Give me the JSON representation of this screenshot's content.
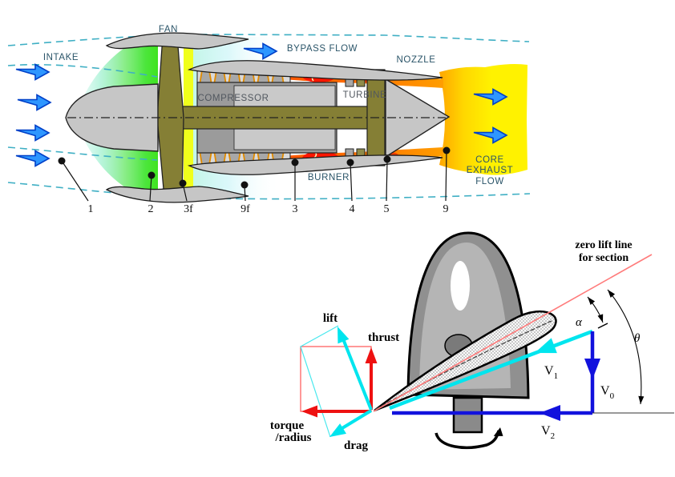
{
  "engine": {
    "labels": {
      "intake": "INTAKE",
      "fan": "FAN",
      "bypass_flow": "BYPASS FLOW",
      "nozzle": "NOZZLE",
      "compressor": "COMPRESSOR",
      "turbine": "TURBINE",
      "burner": "BURNER"
    },
    "core_exhaust": {
      "line1": "CORE",
      "line2": "EXHAUST",
      "line3": "FLOW"
    },
    "stations": [
      {
        "label": "1"
      },
      {
        "label": "2"
      },
      {
        "label": "3f"
      },
      {
        "label": "9f"
      },
      {
        "label": "3"
      },
      {
        "label": "4"
      },
      {
        "label": "5"
      },
      {
        "label": "9"
      }
    ],
    "colors": {
      "flow_arrow_fill": "#2E96FF",
      "flow_arrow_stroke": "#0040C8",
      "streamline_teal": "#3FAFC4",
      "label_teal": "#2A5468",
      "machinery_label_gray": "#51575F",
      "shaft_olive": "#857F35",
      "burner_red": "#FF1500",
      "hot_orange": "#FF8800",
      "exhaust_yellow": "#FFF200",
      "intake_green": "#3FE31F",
      "casing_gray": "#C6C6C6"
    }
  },
  "propeller": {
    "zero_lift_label": {
      "line1": "zero lift line",
      "line2": "for section"
    },
    "force_labels": {
      "lift": "lift",
      "thrust": "thrust",
      "torque_line1": "torque",
      "torque_line2": "/radius",
      "drag": "drag"
    },
    "velocity_labels": {
      "v": "V",
      "v1_sub": "1",
      "v0_sub": "0",
      "v2_sub": "2"
    },
    "angle_labels": {
      "alpha": "α",
      "theta": "θ"
    },
    "colors": {
      "relative_wind_cyan": "#00E5EE",
      "freestream_blue": "#1212DD",
      "force_red": "#EE1111",
      "zero_lift_line_red": "#FF7B7B",
      "dome_gray": "#909090"
    }
  }
}
